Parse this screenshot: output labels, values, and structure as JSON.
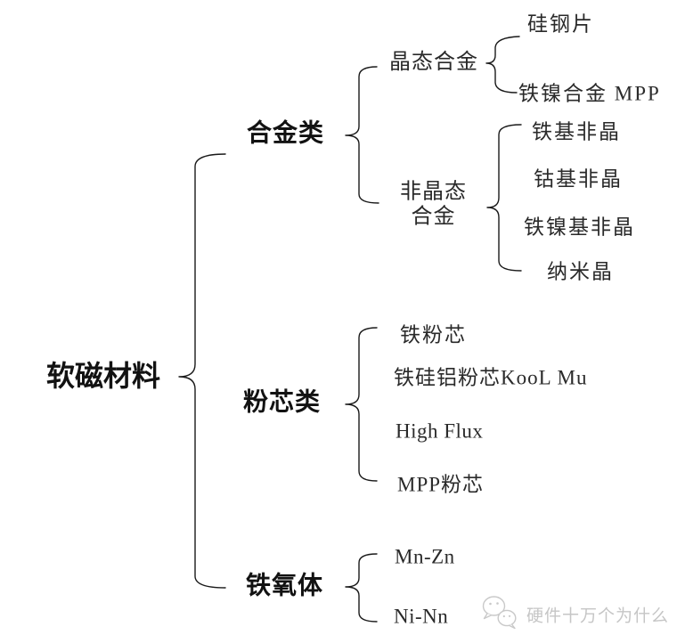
{
  "page": {
    "background": "#ffffff",
    "line_color": "#1a1a1a",
    "watermark_color": "#c6c6c6"
  },
  "tree": {
    "root": "软磁材料",
    "branches": [
      {
        "label": "合金类",
        "children": [
          {
            "label": "晶态合金",
            "children": [
              {
                "label": "硅钢片"
              },
              {
                "label": "铁镍合金 MPP"
              }
            ]
          },
          {
            "label": "非晶态\n合金",
            "children": [
              {
                "label": "铁基非晶"
              },
              {
                "label": "钴基非晶"
              },
              {
                "label": "铁镍基非晶"
              },
              {
                "label": "纳米晶"
              }
            ]
          }
        ]
      },
      {
        "label": "粉芯类",
        "children": [
          {
            "label": "铁粉芯"
          },
          {
            "label": "铁硅铝粉芯KooL Mu"
          },
          {
            "label": "High Flux"
          },
          {
            "label": "MPP粉芯"
          }
        ]
      },
      {
        "label": "铁氧体",
        "children": [
          {
            "label": "Mn-Zn"
          },
          {
            "label": "Ni-Nn"
          }
        ]
      }
    ]
  },
  "watermark": {
    "logo": "wechat-bubbles-icon",
    "text": "硬件十万个为什么"
  }
}
